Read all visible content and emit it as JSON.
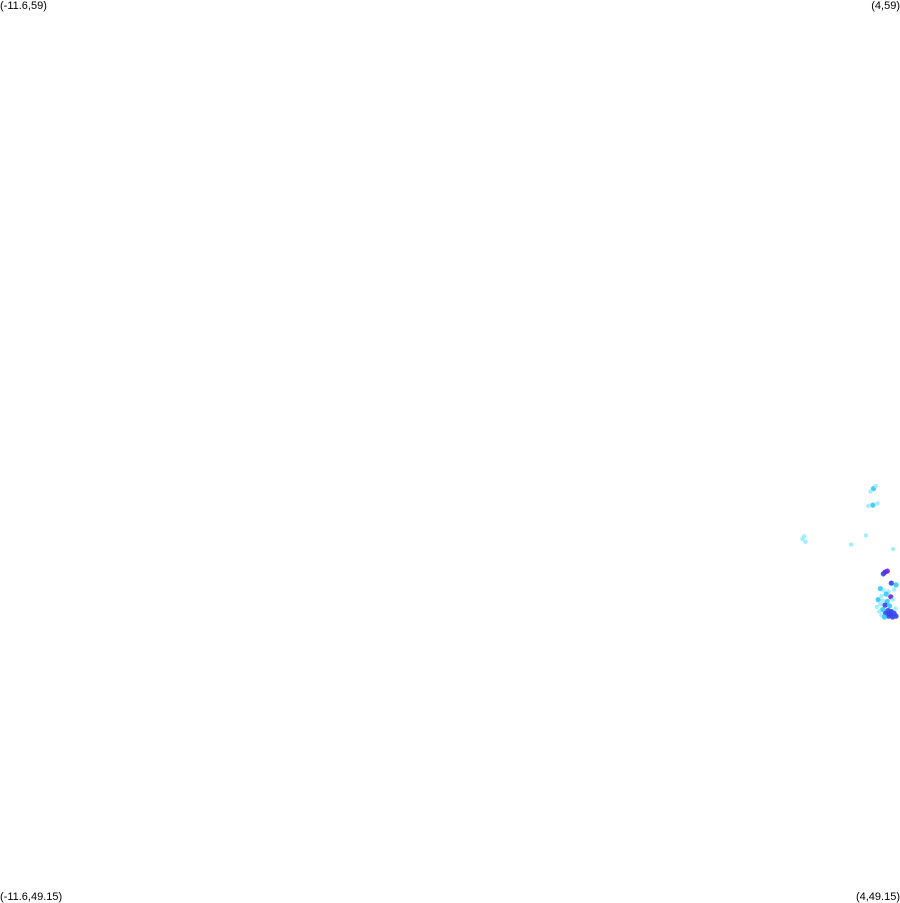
{
  "map": {
    "corners": {
      "top_left": "(-11.6,59)",
      "top_right": "(4,59)",
      "bottom_left": "(-11.6,49.15)",
      "bottom_right": "(4,49.15)"
    },
    "bounds": {
      "lon_min": -11.6,
      "lon_max": 4,
      "lat_min": 49.15,
      "lat_max": 59
    },
    "background_color": "#ffffff",
    "colors": {
      "light": "#80eaff",
      "mid": "#33c8ff",
      "blue": "#3344ee",
      "violet": "#6a22dd"
    },
    "points": [
      {
        "lon": 3.54,
        "lat": 53.67,
        "c": "mid"
      },
      {
        "lon": 3.58,
        "lat": 53.7,
        "c": "light"
      },
      {
        "lon": 3.49,
        "lat": 53.64,
        "c": "light"
      },
      {
        "lon": 3.53,
        "lat": 53.49,
        "c": "mid"
      },
      {
        "lon": 3.61,
        "lat": 53.51,
        "c": "light"
      },
      {
        "lon": 3.45,
        "lat": 53.48,
        "c": "light"
      },
      {
        "lon": 2.34,
        "lat": 53.15,
        "c": "light"
      },
      {
        "lon": 2.36,
        "lat": 53.09,
        "c": "light"
      },
      {
        "lon": 2.31,
        "lat": 53.12,
        "c": "light"
      },
      {
        "lon": 3.41,
        "lat": 53.16,
        "c": "light"
      },
      {
        "lon": 3.15,
        "lat": 53.06,
        "c": "light"
      },
      {
        "lon": 3.88,
        "lat": 53.01,
        "c": "light"
      },
      {
        "lon": 3.74,
        "lat": 52.76,
        "c": "violet"
      },
      {
        "lon": 3.78,
        "lat": 52.77,
        "c": "violet"
      },
      {
        "lon": 3.71,
        "lat": 52.74,
        "c": "blue"
      },
      {
        "lon": 3.85,
        "lat": 52.64,
        "c": "blue"
      },
      {
        "lon": 3.93,
        "lat": 52.62,
        "c": "mid"
      },
      {
        "lon": 3.66,
        "lat": 52.58,
        "c": "mid"
      },
      {
        "lon": 3.72,
        "lat": 52.56,
        "c": "light"
      },
      {
        "lon": 3.8,
        "lat": 52.55,
        "c": "light"
      },
      {
        "lon": 3.9,
        "lat": 52.57,
        "c": "light"
      },
      {
        "lon": 3.76,
        "lat": 52.52,
        "c": "mid"
      },
      {
        "lon": 3.68,
        "lat": 52.5,
        "c": "light"
      },
      {
        "lon": 3.84,
        "lat": 52.49,
        "c": "violet"
      },
      {
        "lon": 3.62,
        "lat": 52.46,
        "c": "mid"
      },
      {
        "lon": 3.7,
        "lat": 52.45,
        "c": "light"
      },
      {
        "lon": 3.78,
        "lat": 52.44,
        "c": "mid"
      },
      {
        "lon": 3.88,
        "lat": 52.46,
        "c": "light"
      },
      {
        "lon": 3.66,
        "lat": 52.41,
        "c": "light"
      },
      {
        "lon": 3.74,
        "lat": 52.4,
        "c": "blue"
      },
      {
        "lon": 3.82,
        "lat": 52.39,
        "c": "mid"
      },
      {
        "lon": 3.6,
        "lat": 52.38,
        "c": "light"
      },
      {
        "lon": 3.92,
        "lat": 52.36,
        "c": "light"
      },
      {
        "lon": 3.7,
        "lat": 52.35,
        "c": "mid"
      },
      {
        "lon": 3.79,
        "lat": 52.34,
        "c": "blue"
      },
      {
        "lon": 3.85,
        "lat": 52.33,
        "c": "blue"
      },
      {
        "lon": 3.64,
        "lat": 52.33,
        "c": "light"
      },
      {
        "lon": 3.75,
        "lat": 52.31,
        "c": "blue"
      },
      {
        "lon": 3.83,
        "lat": 52.3,
        "c": "blue"
      },
      {
        "lon": 3.9,
        "lat": 52.31,
        "c": "blue"
      },
      {
        "lon": 3.68,
        "lat": 52.29,
        "c": "light"
      },
      {
        "lon": 3.8,
        "lat": 52.28,
        "c": "blue"
      },
      {
        "lon": 3.87,
        "lat": 52.27,
        "c": "blue"
      },
      {
        "lon": 3.73,
        "lat": 52.27,
        "c": "mid"
      },
      {
        "lon": 3.93,
        "lat": 52.28,
        "c": "blue"
      }
    ]
  }
}
